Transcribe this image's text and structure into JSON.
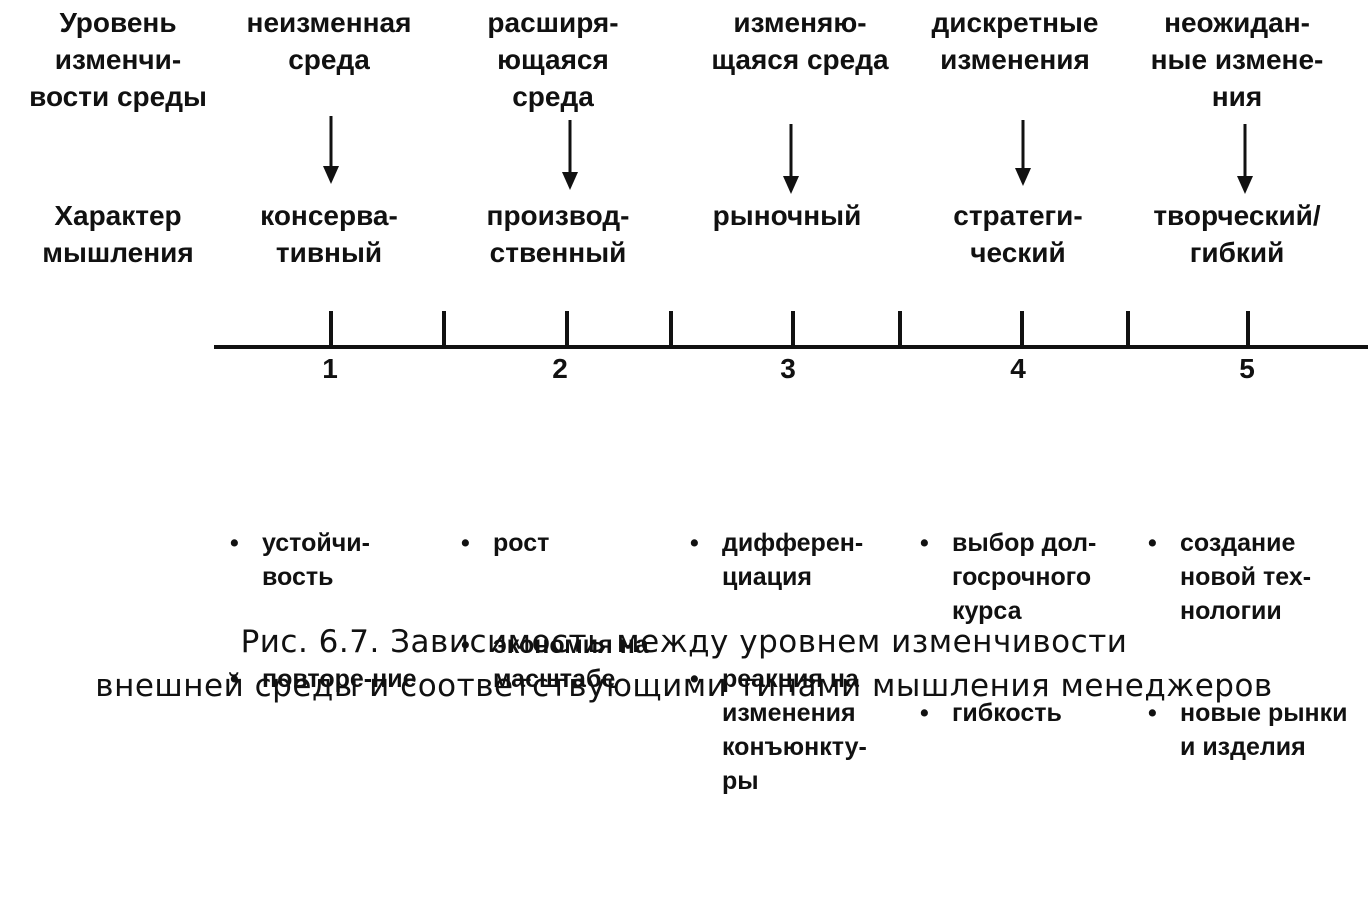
{
  "row_labels": {
    "variability": "Уровень\nизменчи-\nвости среды",
    "thinking": "Характер\nмышления"
  },
  "columns": [
    {
      "number": "1",
      "environment": "неизменная\nсреда",
      "thinking": "консерва-\nтивный",
      "bullets": [
        "устойчи-\nвость",
        "повторе-ние"
      ]
    },
    {
      "number": "2",
      "environment": "расширя-\nющаяся\nсреда",
      "thinking": "производ-\nственный",
      "bullets": [
        "рост",
        "экономия на\nмасштабе"
      ]
    },
    {
      "number": "3",
      "environment": "изменяю-\nщаяся среда",
      "thinking": "рыночный",
      "bullets": [
        "дифферен-\nциация",
        "реакция на\nизменения\nконъюнкту-\nры"
      ]
    },
    {
      "number": "4",
      "environment": "дискретные\nизменения",
      "thinking": "стратеги-\nческий",
      "bullets": [
        "выбор дол-\nгосрочного\nкурса",
        "гибкость"
      ]
    },
    {
      "number": "5",
      "environment": "неожидан-\nные измене-\nния",
      "thinking": "творческий/\nгибкий",
      "bullets": [
        "создание\nновой тех-\nнологии",
        "новые рынки\nи изделия"
      ]
    }
  ],
  "caption": "Рис. 6.7. Зависимость между уровнем изменчивости\nвнешней среды и соответствующими типами мышления менеджеров"
}
